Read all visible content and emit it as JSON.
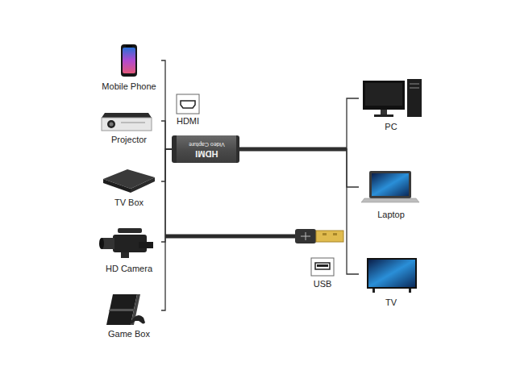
{
  "diagram": {
    "nodes": [
      {
        "text": [
          "Mobile Phone"
        ]
      },
      {
        "text": [
          "Projector"
        ]
      },
      {
        "text": [
          "TV Box"
        ]
      },
      {
        "text": [
          "HD Camera"
        ]
      },
      {
        "text": [
          "Game Box"
        ]
      },
      {
        "text": [
          "HDMI",
          "Video Capture"
        ]
      },
      {
        "text": [
          "PC"
        ]
      },
      {
        "text": [
          "Laptop"
        ]
      },
      {
        "text": [
          "TV"
        ]
      }
    ],
    "edges": [
      {
        "from": 0,
        "to": 5,
        "arrow": "none"
      },
      {
        "from": 1,
        "to": 5,
        "arrow": "none"
      },
      {
        "from": 2,
        "to": 5,
        "arrow": "none"
      },
      {
        "from": 3,
        "to": 5,
        "arrow": "none"
      },
      {
        "from": 4,
        "to": 5,
        "arrow": "none"
      },
      {
        "from": 5,
        "to": 6,
        "arrow": "none"
      },
      {
        "from": 5,
        "to": 7,
        "arrow": "none"
      },
      {
        "from": 5,
        "to": 8,
        "arrow": "none"
      }
    ],
    "labels": [
      "HDMI",
      "USB"
    ]
  }
}
